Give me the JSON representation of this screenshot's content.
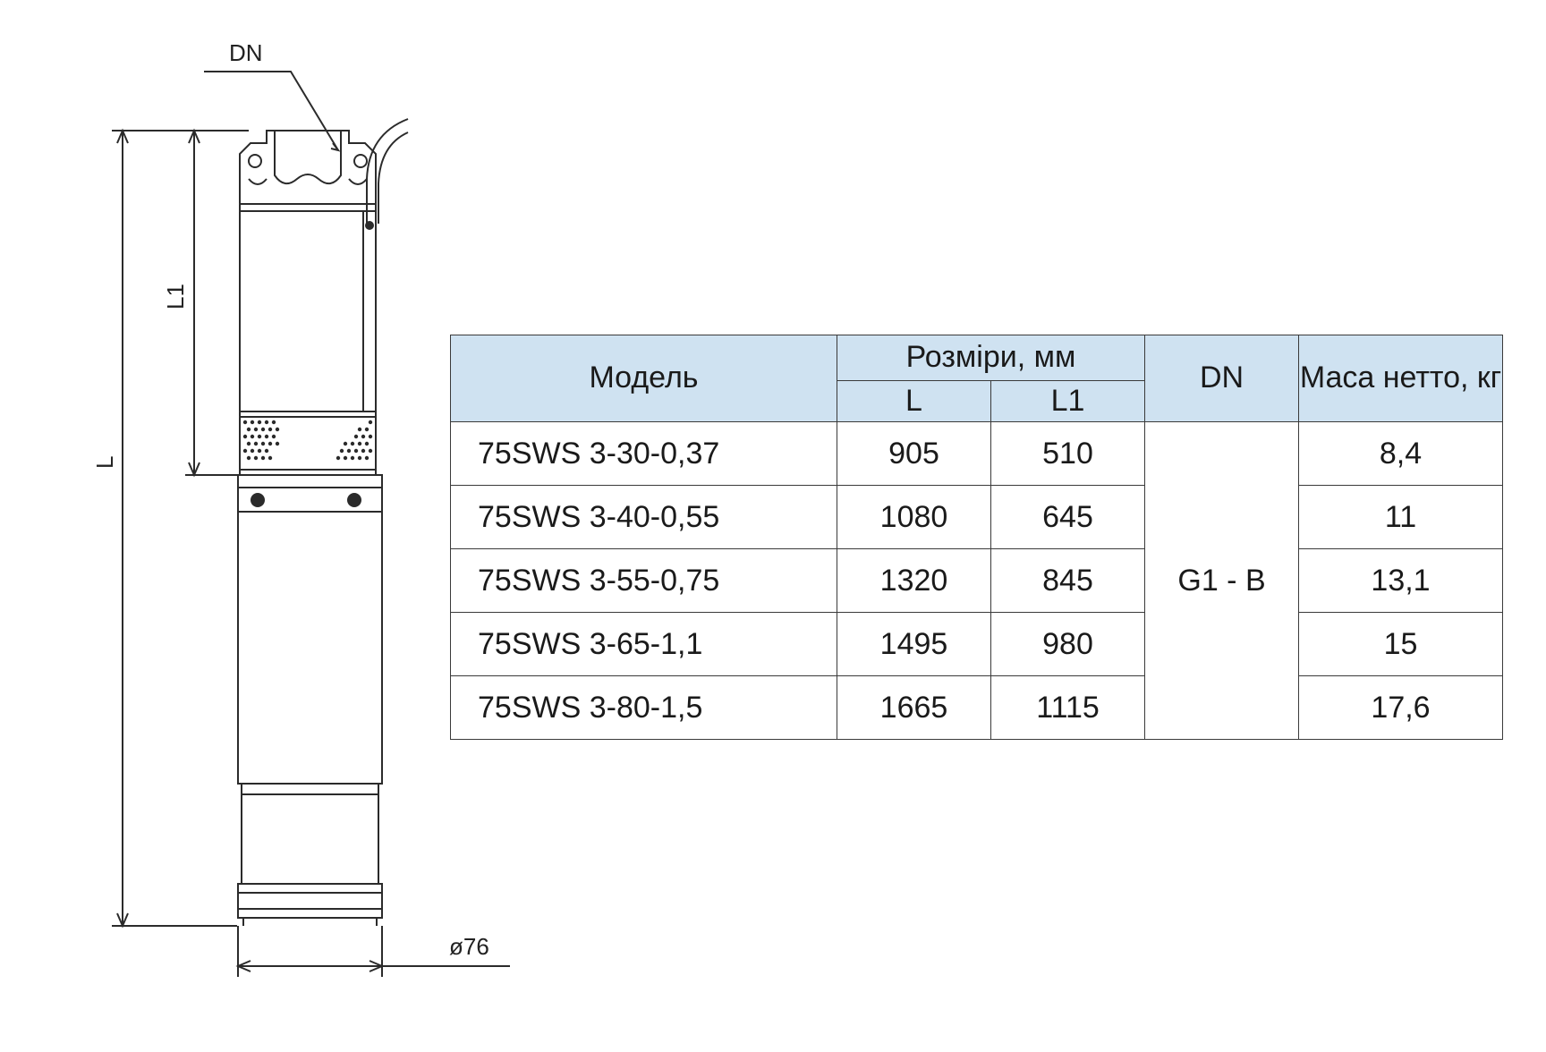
{
  "drawing": {
    "labels": {
      "dn": "DN",
      "l1": "L1",
      "l": "L",
      "diameter": "ø76"
    },
    "colors": {
      "line": "#2b2b2b",
      "body_fill": "#ffffff"
    }
  },
  "table": {
    "header": {
      "model": "Модель",
      "dimensions": "Розміри, мм",
      "l": "L",
      "l1": "L1",
      "dn": "DN",
      "mass": "Маса нетто, кг"
    },
    "dn_value": "G1 - B",
    "rows": [
      {
        "model": "75SWS 3-30-0,37",
        "l": "905",
        "l1": "510",
        "mass": "8,4"
      },
      {
        "model": "75SWS 3-40-0,55",
        "l": "1080",
        "l1": "645",
        "mass": "11"
      },
      {
        "model": "75SWS 3-55-0,75",
        "l": "1320",
        "l1": "845",
        "mass": "13,1"
      },
      {
        "model": "75SWS 3-65-1,1",
        "l": "1495",
        "l1": "980",
        "mass": "15"
      },
      {
        "model": "75SWS 3-80-1,5",
        "l": "1665",
        "l1": "1115",
        "mass": "17,6"
      }
    ],
    "colors": {
      "header_bg": "#cfe2f1",
      "border": "#3a3a3a"
    }
  }
}
